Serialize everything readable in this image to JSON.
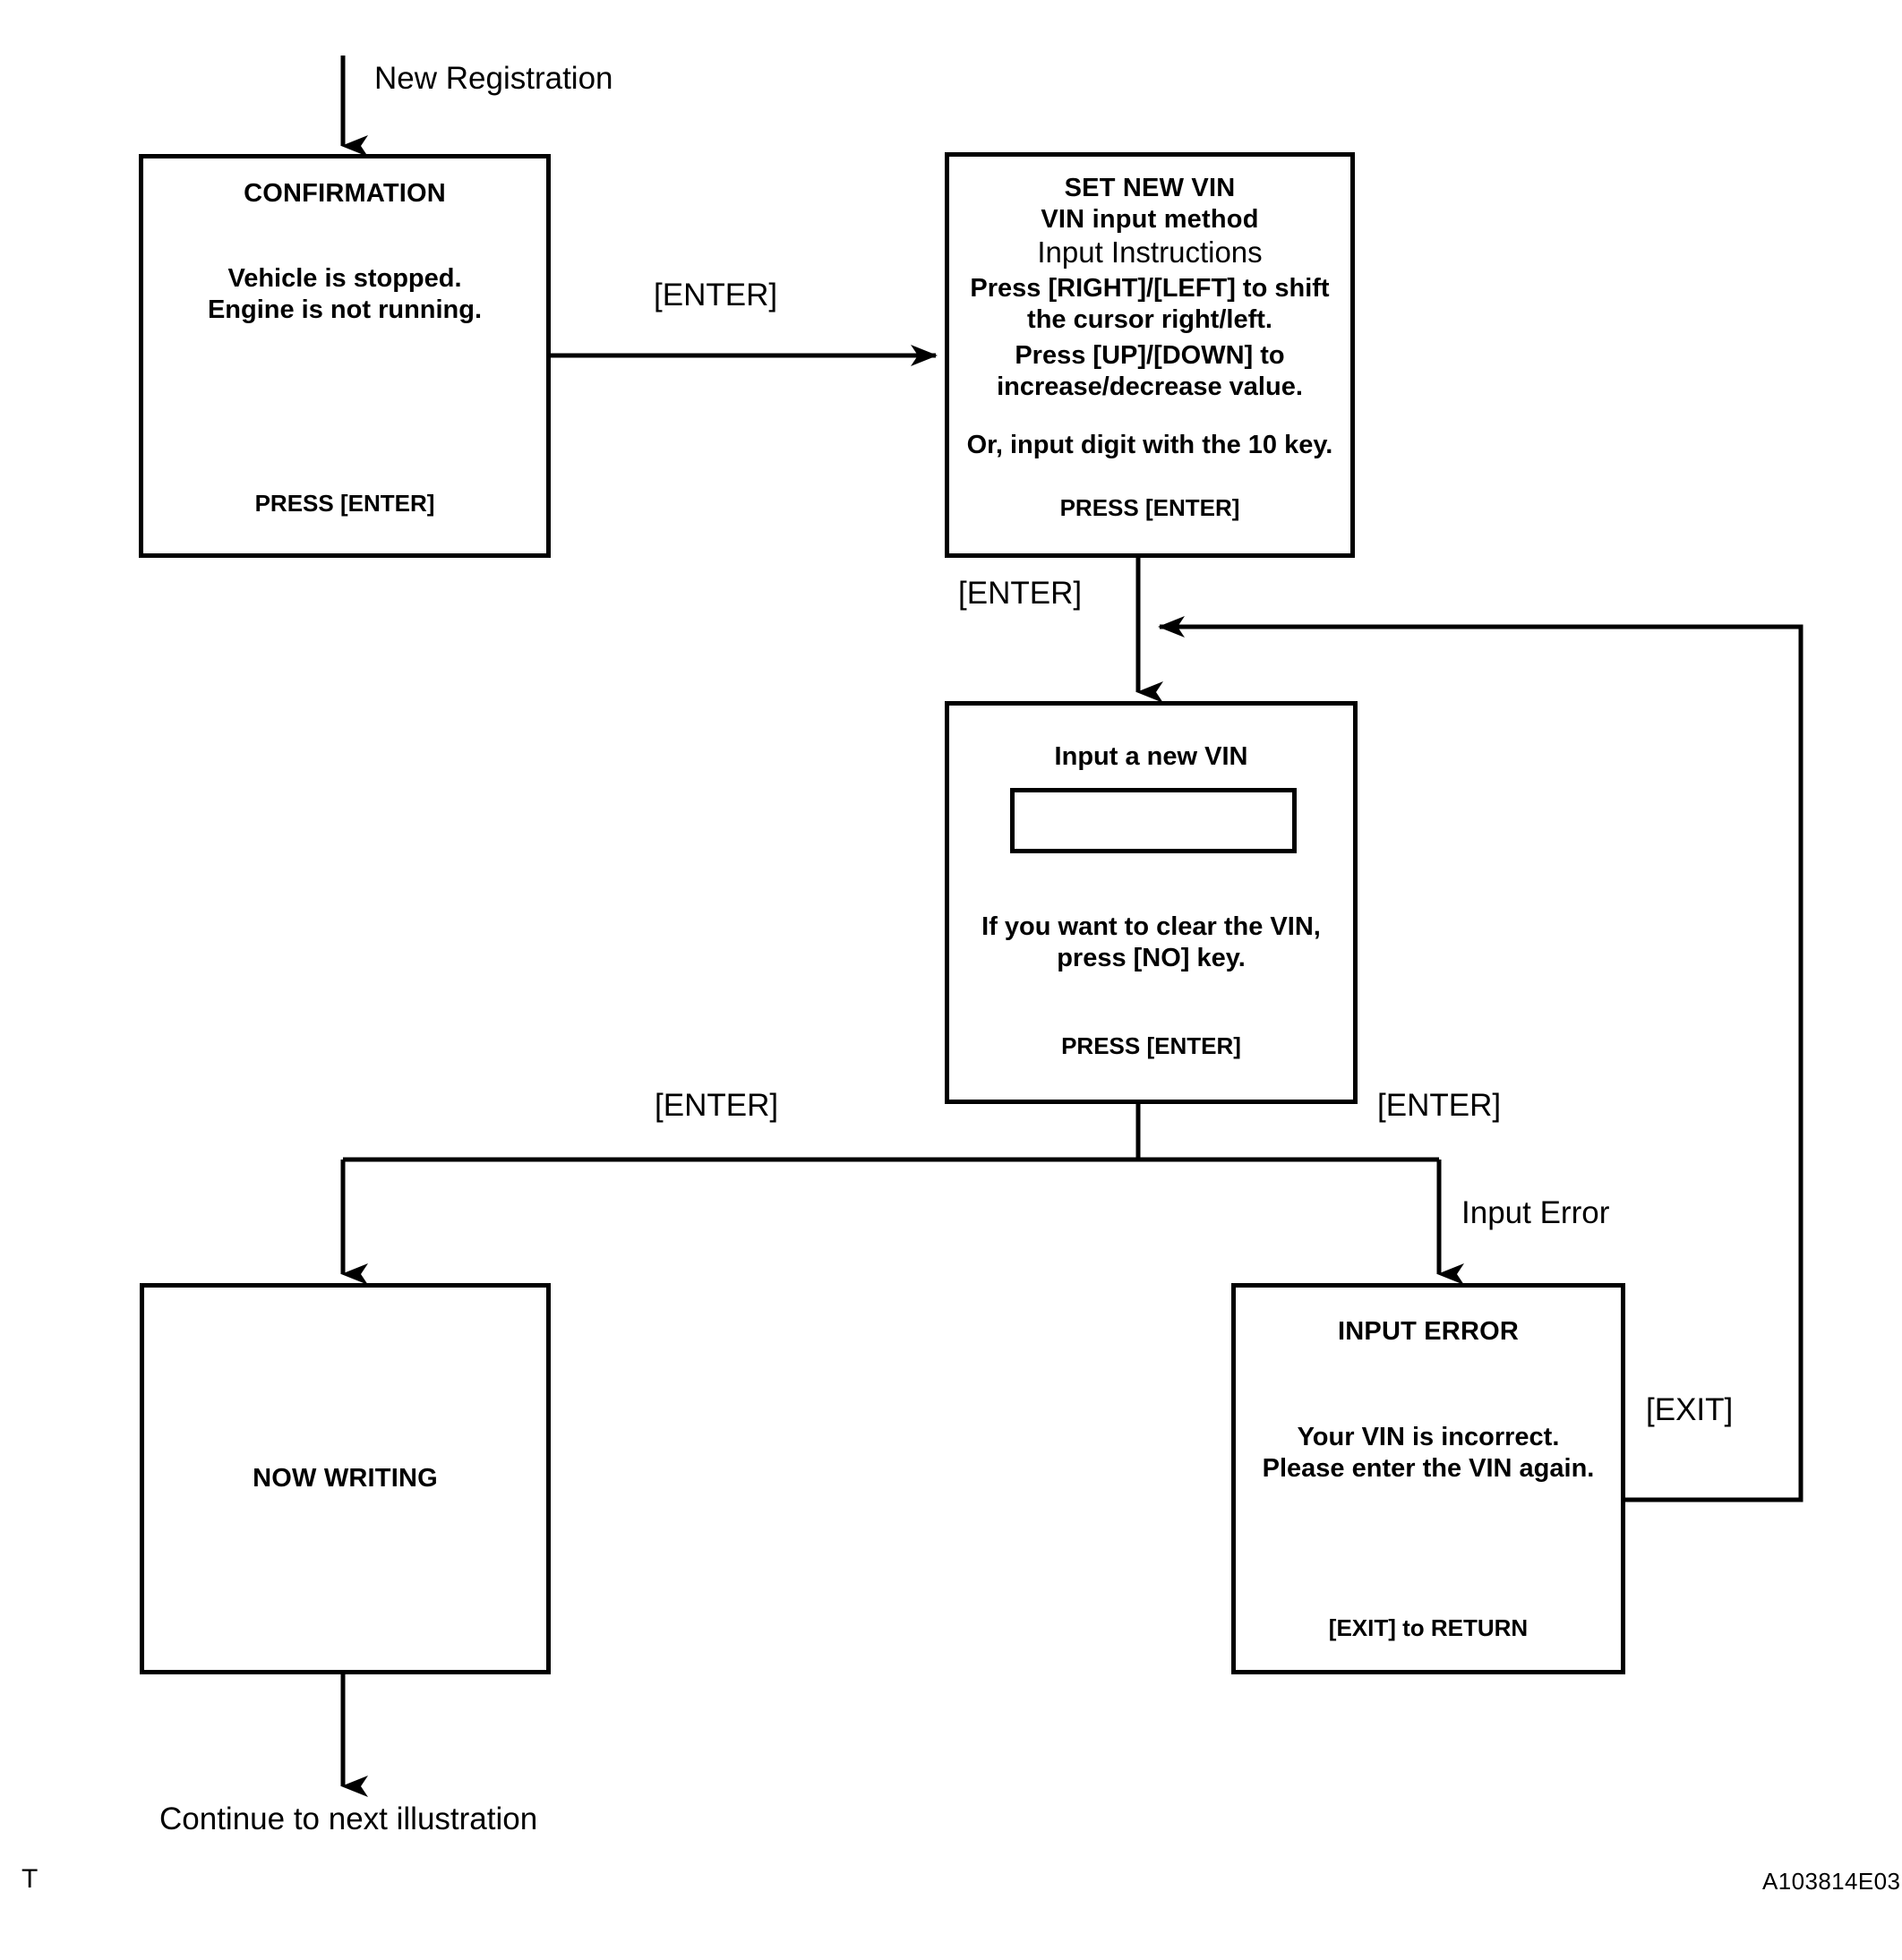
{
  "diagram": {
    "reference_code": "A103814E03",
    "corner_mark": "T",
    "entry_label": "New Registration",
    "exit_label": "Continue to next illustration",
    "line_color": "#000000",
    "background": "#ffffff"
  },
  "nodes": {
    "confirmation": {
      "title": "CONFIRMATION",
      "body": [
        "Vehicle is stopped.",
        "Engine is not running."
      ],
      "footer": "PRESS [ENTER]"
    },
    "set_new_vin": {
      "title": "SET NEW VIN",
      "subtitle": "VIN input method",
      "heading": "Input Instructions",
      "body": [
        "Press [RIGHT]/[LEFT] to shift",
        "the cursor right/left.",
        "Press [UP]/[DOWN]  to",
        "increase/decrease value."
      ],
      "note": "Or, input digit with the 10 key.",
      "footer": "PRESS [ENTER]"
    },
    "input_new_vin": {
      "title": "Input a new VIN",
      "field_value": "",
      "body": [
        "If you want to clear the VIN,",
        "press [NO] key."
      ],
      "footer": "PRESS [ENTER]"
    },
    "now_writing": {
      "title": "NOW WRITING"
    },
    "input_error": {
      "title": "INPUT  ERROR",
      "body": [
        "Your VIN is incorrect.",
        "Please enter the VIN again."
      ],
      "footer": "[EXIT] to RETURN"
    }
  },
  "edges": {
    "confirmation_to_setvin": "[ENTER]",
    "setvin_to_inputvin": "[ENTER]",
    "inputvin_to_nowwriting": "[ENTER]",
    "inputvin_to_error": "[ENTER]",
    "error_branch_note": "Input Error",
    "error_return": "[EXIT]"
  }
}
